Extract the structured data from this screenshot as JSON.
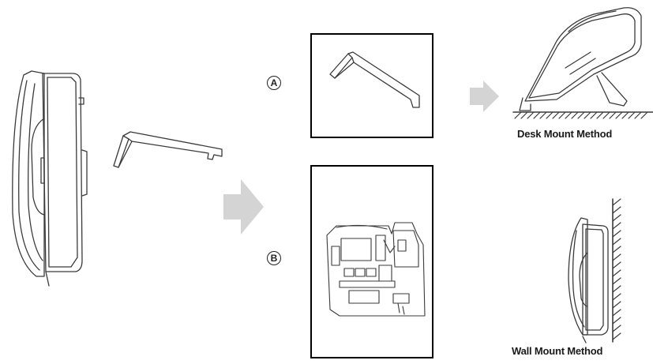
{
  "options": {
    "a": "A",
    "b": "B"
  },
  "methods": {
    "desk": "Desk Mount Method",
    "wall": "Wall Mount Method"
  },
  "colors": {
    "line": "#3a3a3a",
    "arrow": "#d4d4d4",
    "frame": "#000000"
  }
}
